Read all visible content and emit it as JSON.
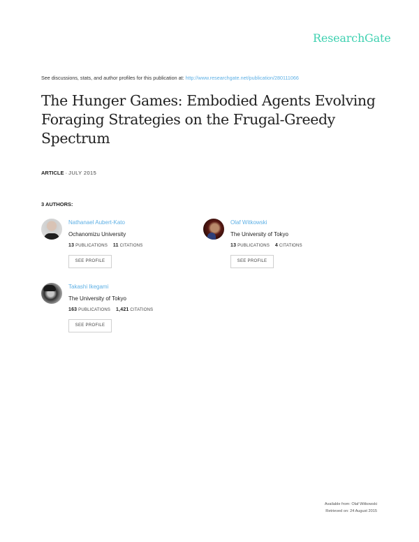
{
  "header": {
    "logo": "ResearchGate",
    "logo_color": "#40d1b1"
  },
  "discussion": {
    "prefix": "See discussions, stats, and author profiles for this publication at: ",
    "url": "http://www.researchgate.net/publication/280111066"
  },
  "publication": {
    "title": "The Hunger Games: Embodied Agents Evolving Foraging Strategies on the Frugal-Greedy Spectrum",
    "type": "ARTICLE",
    "separator": " · ",
    "date": "JULY 2015"
  },
  "authors_label": "3 AUTHORS:",
  "authors": [
    {
      "name": "Nathanael Aubert-Kato",
      "institution": "Ochanomizu University",
      "publications": "13",
      "publications_label": "PUBLICATIONS",
      "citations": "11",
      "citations_label": "CITATIONS",
      "button": "SEE PROFILE"
    },
    {
      "name": "Olaf Witkowski",
      "institution": "The University of Tokyo",
      "publications": "13",
      "publications_label": "PUBLICATIONS",
      "citations": "4",
      "citations_label": "CITATIONS",
      "button": "SEE PROFILE"
    },
    {
      "name": "Takashi Ikegami",
      "institution": "The University of Tokyo",
      "publications": "163",
      "publications_label": "PUBLICATIONS",
      "citations": "1,421",
      "citations_label": "CITATIONS",
      "button": "SEE PROFILE"
    }
  ],
  "footer": {
    "available_from": "Available from: Olaf Witkowski",
    "retrieved_on": "Retrieved on: 24 August 2015"
  },
  "colors": {
    "link": "#5eb0e5",
    "brand": "#40d1b1"
  }
}
